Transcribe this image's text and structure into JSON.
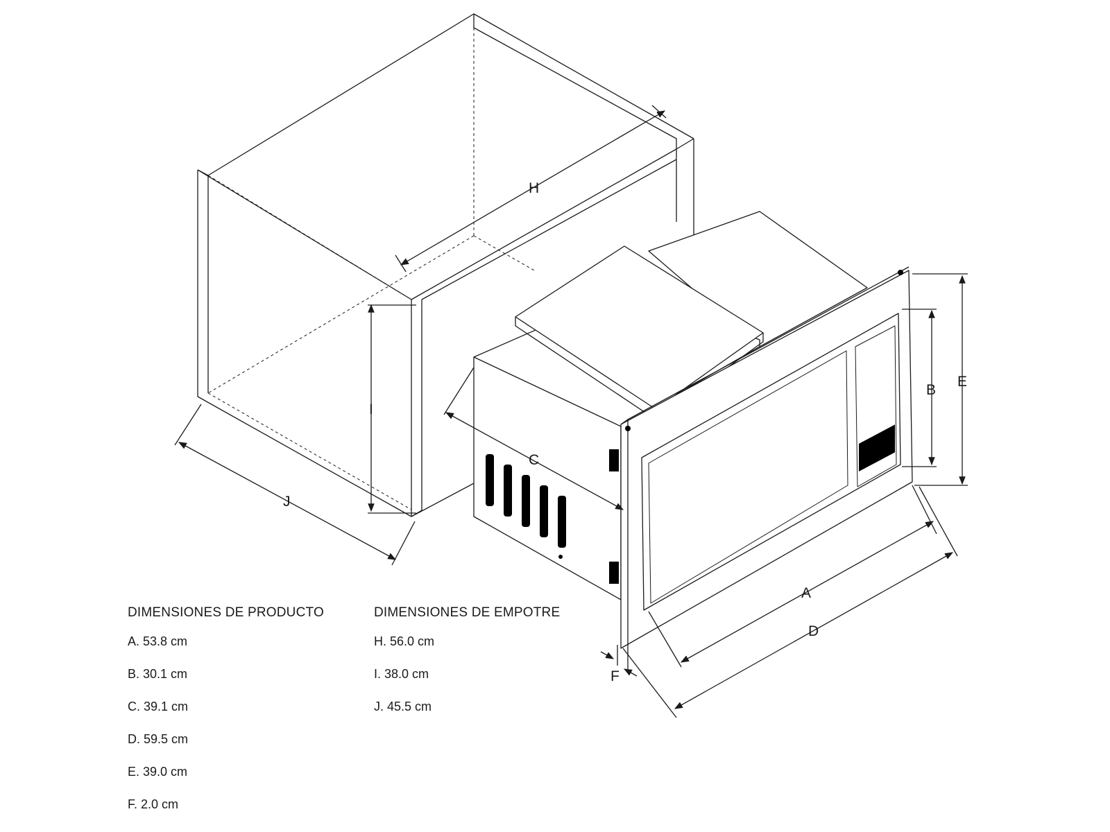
{
  "dimension_labels": {
    "A": "A",
    "B": "B",
    "C": "C",
    "D": "D",
    "E": "E",
    "F": "F",
    "H": "H",
    "I": "I",
    "J": "J"
  },
  "product_dimensions": {
    "heading": "DIMENSIONES DE PRODUCTO",
    "items": [
      "A. 53.8 cm",
      "B. 30.1 cm",
      "C. 39.1 cm",
      "D. 59.5 cm",
      "E. 39.0 cm",
      "F. 2.0 cm"
    ]
  },
  "mounting_dimensions": {
    "heading": "DIMENSIONES DE EMPOTRE",
    "items": [
      "H. 56.0 cm",
      "I. 38.0 cm",
      "J. 45.5 cm"
    ]
  }
}
